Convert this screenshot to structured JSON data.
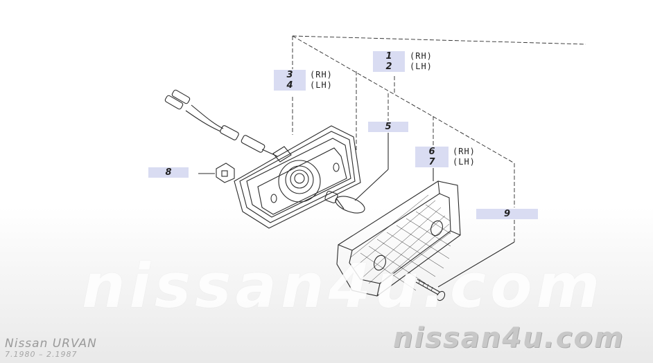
{
  "callouts": {
    "c1": {
      "number": "1",
      "suffix": "(RH)"
    },
    "c2": {
      "number": "2",
      "suffix": "(LH)"
    },
    "c3": {
      "number": "3",
      "suffix": "(RH)"
    },
    "c4": {
      "number": "4",
      "suffix": "(LH)"
    },
    "c5": {
      "number": "5"
    },
    "c6": {
      "number": "6",
      "suffix": "(RH)"
    },
    "c7": {
      "number": "7",
      "suffix": "(LH)"
    },
    "c8": {
      "number": "8"
    },
    "c9": {
      "number": "9"
    }
  },
  "watermark": {
    "center": "nissan4u.com",
    "corner": "nissan4u.com"
  },
  "vehicle": {
    "model": "Nissan URVAN",
    "production_range": "7.1980 – 2.1987"
  },
  "colors": {
    "callout_background": "#d9dcf2",
    "line_art": "#2a2a2a"
  }
}
